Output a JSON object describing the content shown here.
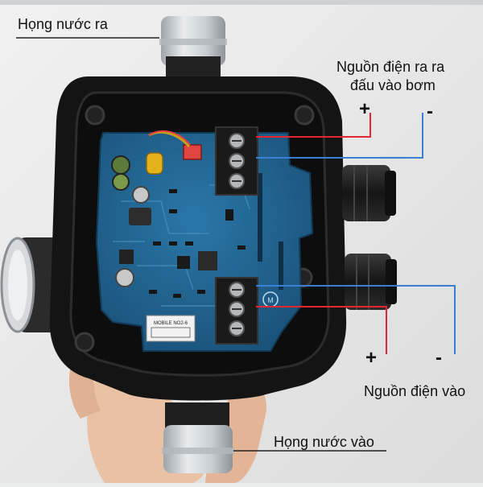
{
  "labels": {
    "water_outlet": "Họng nước ra",
    "pump_output_line1": "Nguồn điện ra ra",
    "pump_output_line2": "đấu vào bơm",
    "power_input": "Nguồn điện vào",
    "water_inlet": "Họng nước vào"
  },
  "polarity": {
    "plus": "+",
    "minus": "-"
  },
  "board": {
    "module_text": "MOBILE NO2-6"
  },
  "colors": {
    "positive_wire": "#e3262f",
    "negative_wire": "#3b7fd4",
    "pcb": "#1f5f8c",
    "housing": "#1a1a1a"
  }
}
